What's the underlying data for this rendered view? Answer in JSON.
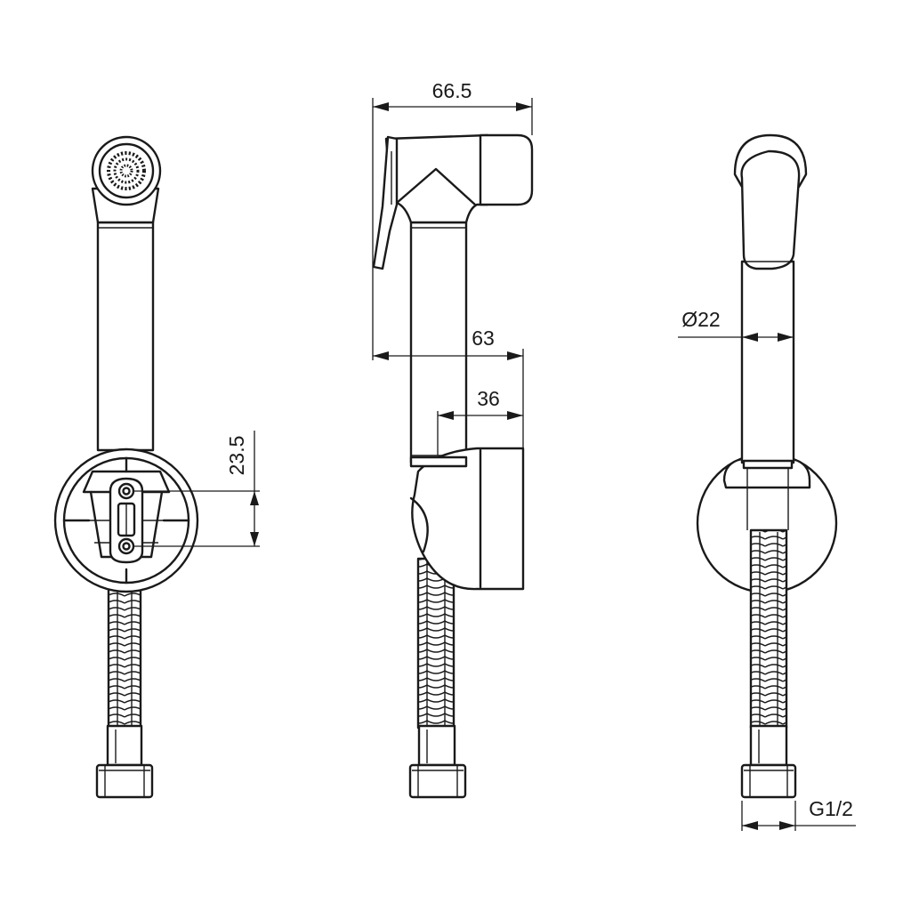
{
  "dimensions": {
    "overall_length": "66.5",
    "holder_reach": "63",
    "holder_depth": "36",
    "hole_spacing": "23.5",
    "tube_diameter": "Ø22",
    "thread_size": "G1/2"
  }
}
